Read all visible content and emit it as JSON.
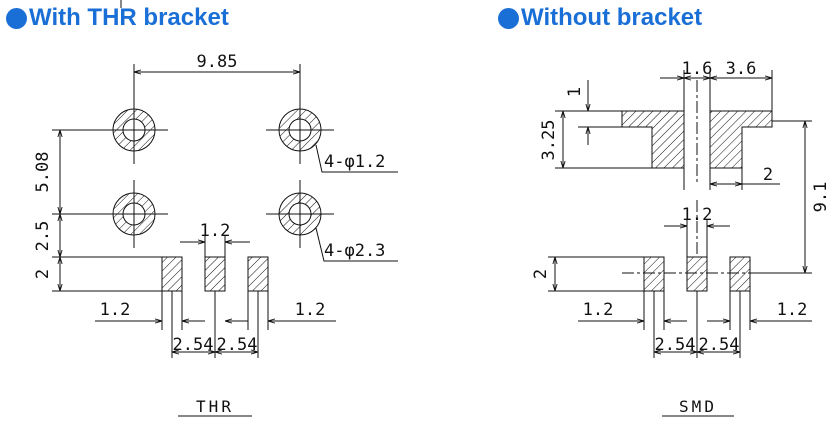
{
  "headings": {
    "left": "With THR bracket",
    "right": "Without bracket"
  },
  "colors": {
    "accent": "#1a6fd6",
    "line": "#111111"
  },
  "thr": {
    "dim_top_span": "9.85",
    "dim_vert_holes": "5.08",
    "dim_vert_pad_gap": "2.5",
    "dim_vert_pad_h": "2",
    "dim_pad_w": "1.2",
    "dim_left": "1.2",
    "dim_right": "1.2",
    "pitch1": "2.54",
    "pitch2": "2.54",
    "hole_small": "4-φ1.2",
    "hole_large": "4-φ2.3",
    "caption": "THR"
  },
  "smd": {
    "dim_1": "1",
    "dim_1_6": "1.6",
    "dim_3_6": "3.6",
    "dim_3_25": "3.25",
    "dim_2_right": "2",
    "dim_9_1": "9.1",
    "dim_pad_w": "1.2",
    "dim_pad_h": "2",
    "dim_left": "1.2",
    "dim_right": "1.2",
    "pitch1": "2.54",
    "pitch2": "2.54",
    "caption": "SMD"
  }
}
